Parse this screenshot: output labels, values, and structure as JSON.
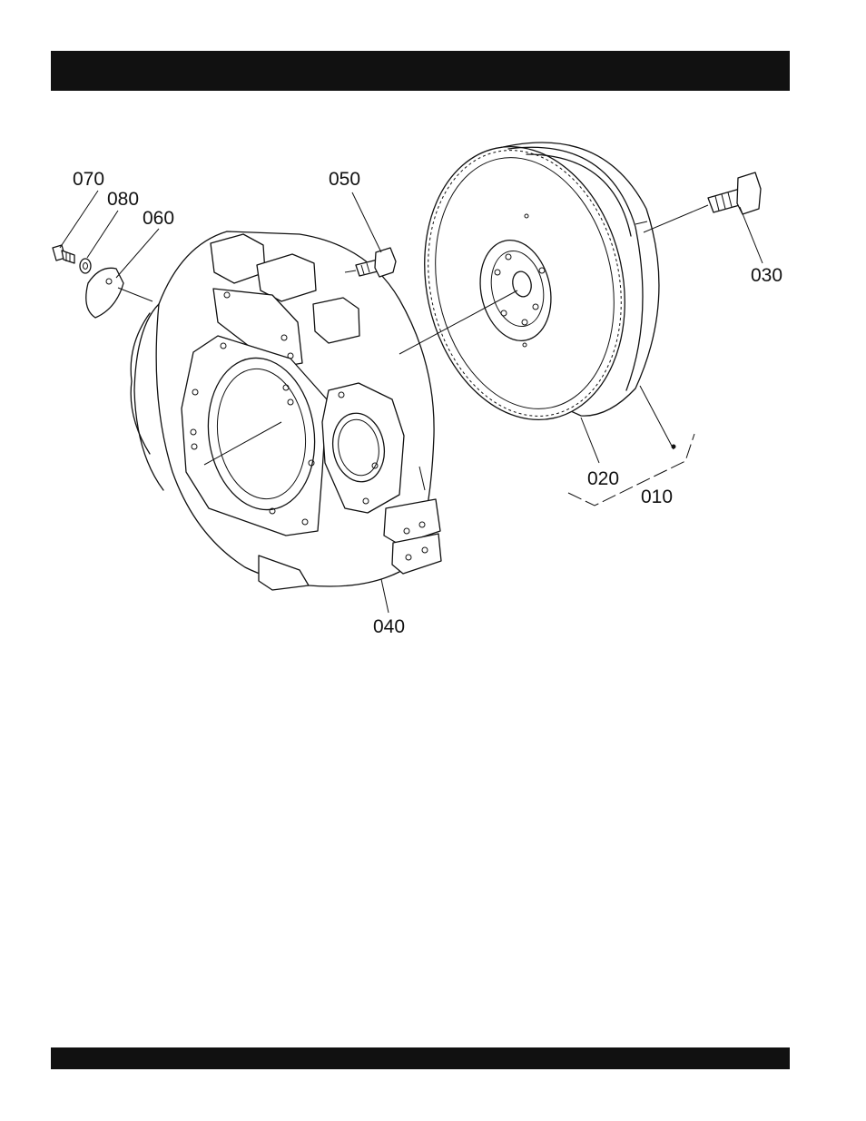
{
  "header_bar": {
    "color": "#111111"
  },
  "footer_bar": {
    "color": "#111111"
  },
  "callouts": {
    "p010": "010",
    "p020": "020",
    "p030": "030",
    "p040": "040",
    "p050": "050",
    "p060": "060",
    "p070": "070",
    "p080": "080"
  }
}
